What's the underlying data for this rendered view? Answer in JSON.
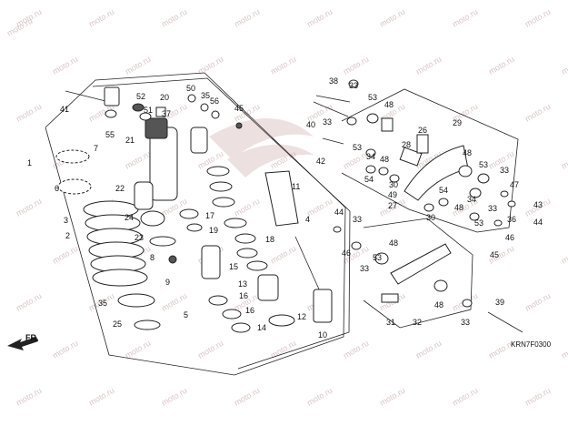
{
  "diagram": {
    "part_code": "KRN7F0300",
    "watermark": "moto.ru",
    "direction_label": "FR.",
    "callouts": [
      {
        "id": "c1",
        "text": "1"
      },
      {
        "id": "c2",
        "text": "2"
      },
      {
        "id": "c3",
        "text": "3"
      },
      {
        "id": "c4",
        "text": "4"
      },
      {
        "id": "c5",
        "text": "5"
      },
      {
        "id": "c6",
        "text": "6"
      },
      {
        "id": "c7",
        "text": "7"
      },
      {
        "id": "c8",
        "text": "8"
      },
      {
        "id": "c9",
        "text": "9"
      },
      {
        "id": "c10",
        "text": "10"
      },
      {
        "id": "c11",
        "text": "11"
      },
      {
        "id": "c12",
        "text": "12"
      },
      {
        "id": "c13",
        "text": "13"
      },
      {
        "id": "c14",
        "text": "14"
      },
      {
        "id": "c15",
        "text": "15"
      },
      {
        "id": "c16a",
        "text": "16"
      },
      {
        "id": "c16b",
        "text": "16"
      },
      {
        "id": "c17",
        "text": "17"
      },
      {
        "id": "c18",
        "text": "18"
      },
      {
        "id": "c19",
        "text": "19"
      },
      {
        "id": "c20",
        "text": "20"
      },
      {
        "id": "c21",
        "text": "21"
      },
      {
        "id": "c22",
        "text": "22"
      },
      {
        "id": "c23",
        "text": "23"
      },
      {
        "id": "c24",
        "text": "24"
      },
      {
        "id": "c25",
        "text": "25"
      },
      {
        "id": "c26",
        "text": "26"
      },
      {
        "id": "c27",
        "text": "27"
      },
      {
        "id": "c28",
        "text": "28"
      },
      {
        "id": "c29",
        "text": "29"
      },
      {
        "id": "c30a",
        "text": "30"
      },
      {
        "id": "c30b",
        "text": "30"
      },
      {
        "id": "c31",
        "text": "31"
      },
      {
        "id": "c32",
        "text": "32"
      },
      {
        "id": "c33a",
        "text": "33"
      },
      {
        "id": "c33b",
        "text": "33"
      },
      {
        "id": "c33c",
        "text": "33"
      },
      {
        "id": "c33d",
        "text": "33"
      },
      {
        "id": "c33e",
        "text": "33"
      },
      {
        "id": "c34a",
        "text": "34"
      },
      {
        "id": "c34b",
        "text": "34"
      },
      {
        "id": "c35",
        "text": "35"
      },
      {
        "id": "c35b",
        "text": "35"
      },
      {
        "id": "c36",
        "text": "36"
      },
      {
        "id": "c37",
        "text": "37"
      },
      {
        "id": "c38",
        "text": "38"
      },
      {
        "id": "c39",
        "text": "39"
      },
      {
        "id": "c40",
        "text": "40"
      },
      {
        "id": "c41",
        "text": "41"
      },
      {
        "id": "c42",
        "text": "42"
      },
      {
        "id": "c43",
        "text": "43"
      },
      {
        "id": "c44a",
        "text": "44"
      },
      {
        "id": "c44b",
        "text": "44"
      },
      {
        "id": "c45a",
        "text": "45"
      },
      {
        "id": "c45b",
        "text": "45"
      },
      {
        "id": "c46a",
        "text": "46"
      },
      {
        "id": "c46b",
        "text": "46"
      },
      {
        "id": "c47",
        "text": "47"
      },
      {
        "id": "c48a",
        "text": "48"
      },
      {
        "id": "c48b",
        "text": "48"
      },
      {
        "id": "c48c",
        "text": "48"
      },
      {
        "id": "c48d",
        "text": "48"
      },
      {
        "id": "c48e",
        "text": "48"
      },
      {
        "id": "c48f",
        "text": "48"
      },
      {
        "id": "c49",
        "text": "49"
      },
      {
        "id": "c50",
        "text": "50"
      },
      {
        "id": "c51",
        "text": "51"
      },
      {
        "id": "c52",
        "text": "52"
      },
      {
        "id": "c53a",
        "text": "53"
      },
      {
        "id": "c53b",
        "text": "53"
      },
      {
        "id": "c53c",
        "text": "53"
      },
      {
        "id": "c53d",
        "text": "53"
      },
      {
        "id": "c53e",
        "text": "53"
      },
      {
        "id": "c54a",
        "text": "54"
      },
      {
        "id": "c54b",
        "text": "54"
      },
      {
        "id": "c55",
        "text": "55"
      },
      {
        "id": "c56",
        "text": "56"
      },
      {
        "id": "c33f",
        "text": "33"
      },
      {
        "id": "c33g",
        "text": "33"
      }
    ]
  }
}
